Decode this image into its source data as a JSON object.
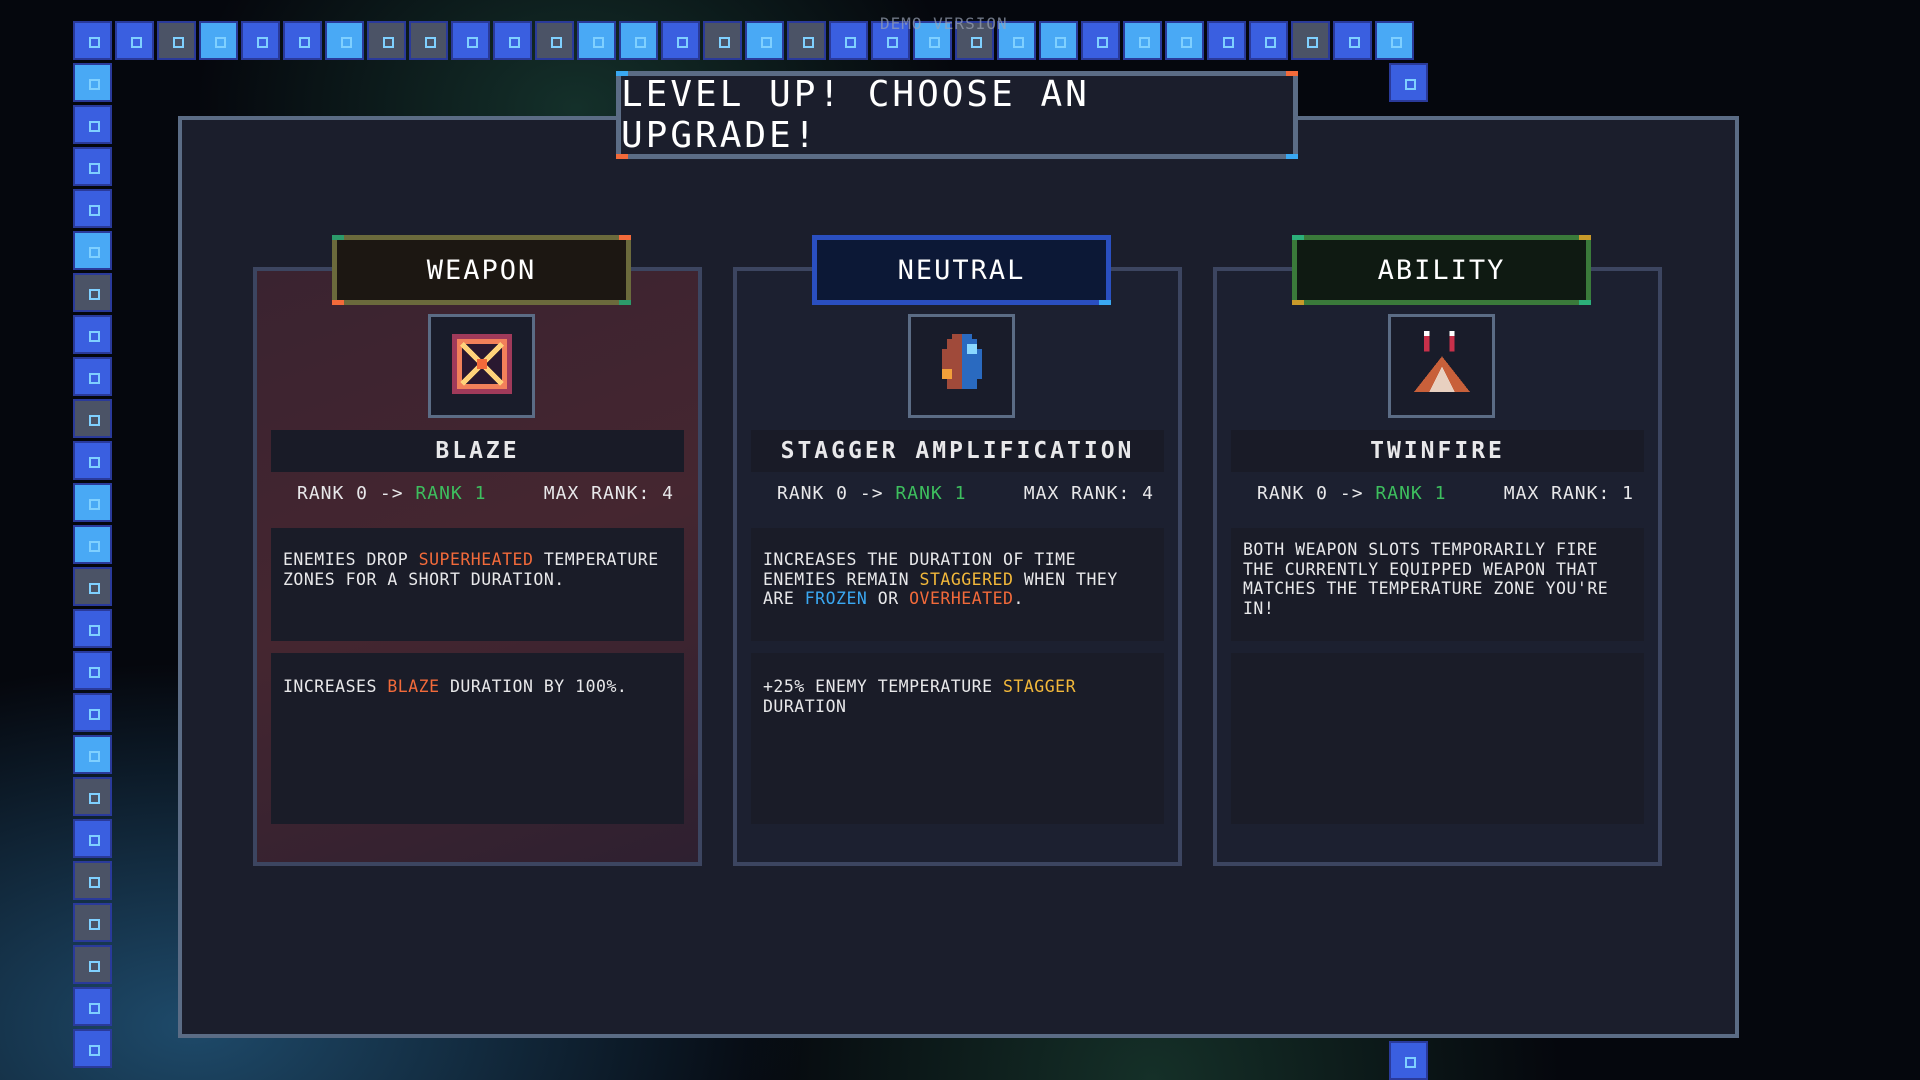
{
  "hud": {
    "watermark": "DEMO VERSION"
  },
  "title": "LEVEL UP! CHOOSE AN UPGRADE!",
  "colors": {
    "panel": "#1b1e2c",
    "border": "#5b6c85",
    "green": "#3dbf5e",
    "orange": "#f26a3a",
    "blue": "#3aa8f2",
    "yellow": "#f2b83a"
  },
  "cards": [
    {
      "category": "WEAPON",
      "icon": "blaze-square-icon",
      "name": "BLAZE",
      "rank_from": "RANK 0 ->",
      "rank_to": "RANK 1",
      "max_rank": "MAX RANK: 4",
      "desc1": [
        {
          "t": "ENEMIES DROP "
        },
        {
          "t": "SUPERHEATED",
          "c": "orange"
        },
        {
          "t": " TEMPERATURE ZONES FOR A SHORT DURATION."
        }
      ],
      "desc2": [
        {
          "t": "INCREASES "
        },
        {
          "t": "BLAZE",
          "c": "orange"
        },
        {
          "t": " DURATION BY 100%."
        }
      ]
    },
    {
      "category": "NEUTRAL",
      "icon": "frozen-heated-orb-icon",
      "name": "STAGGER AMPLIFICATION",
      "rank_from": "RANK 0 ->",
      "rank_to": "RANK 1",
      "max_rank": "MAX RANK: 4",
      "desc1": [
        {
          "t": "INCREASES THE DURATION OF TIME ENEMIES REMAIN "
        },
        {
          "t": "STAGGERED",
          "c": "yellow"
        },
        {
          "t": " WHEN THEY ARE "
        },
        {
          "t": "FROZEN",
          "c": "blue"
        },
        {
          "t": " OR "
        },
        {
          "t": "OVERHEATED",
          "c": "orange"
        },
        {
          "t": "."
        }
      ],
      "desc2": [
        {
          "t": "+25% ENEMY TEMPERATURE "
        },
        {
          "t": "STAGGER",
          "c": "yellow"
        },
        {
          "t": " DURATION"
        }
      ]
    },
    {
      "category": "ABILITY",
      "icon": "twinfire-ship-icon",
      "name": "TWINFIRE",
      "rank_from": "RANK 0 ->",
      "rank_to": "RANK 1",
      "max_rank": "MAX RANK: 1",
      "desc1": [
        {
          "t": "BOTH WEAPON SLOTS TEMPORARILY FIRE THE CURRENTLY EQUIPPED WEAPON THAT MATCHES THE TEMPERATURE ZONE YOU'RE IN!"
        }
      ],
      "desc2": []
    }
  ]
}
